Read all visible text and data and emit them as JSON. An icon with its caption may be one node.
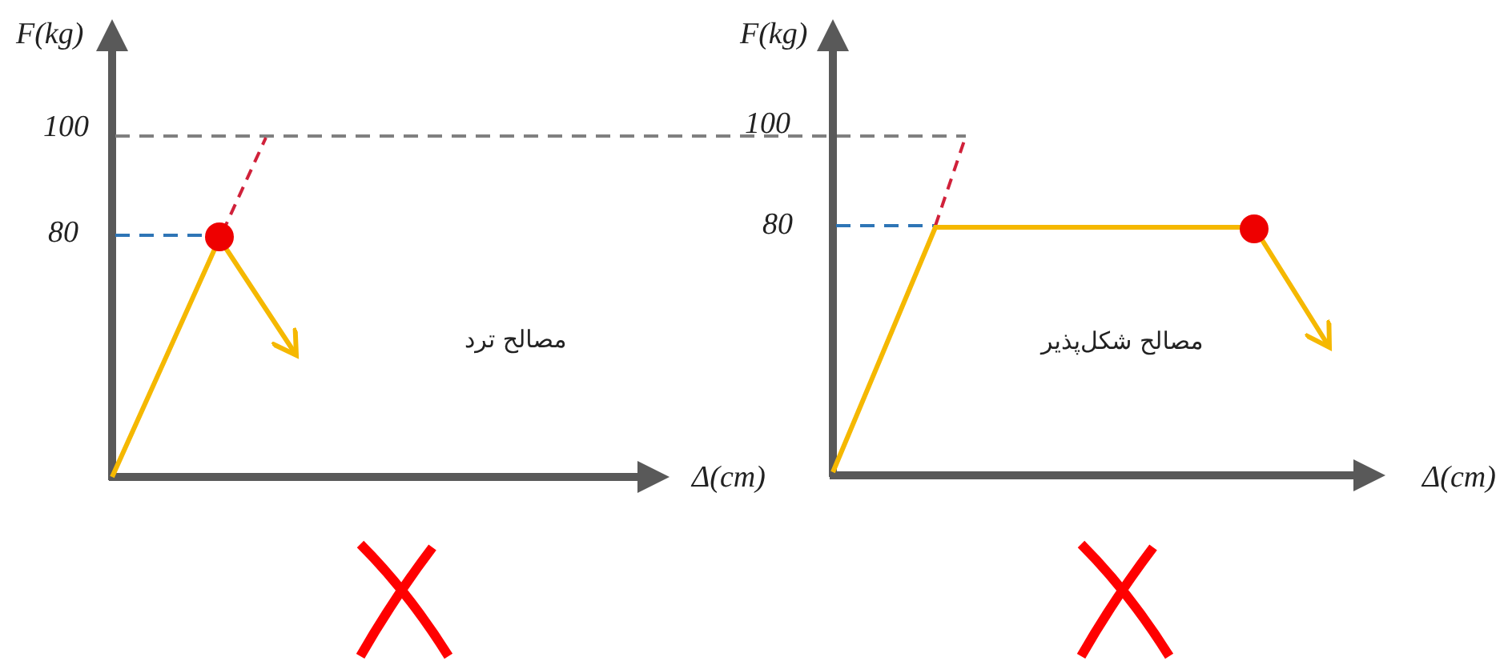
{
  "diagram": {
    "labels": [
      "F(kg)",
      "F(kg)",
      "100",
      "100",
      "80",
      "80",
      "مصالح ترد",
      "مصالح شکل‌پذیر",
      "Δ(cm)",
      "Δ(cm)"
    ]
  }
}
